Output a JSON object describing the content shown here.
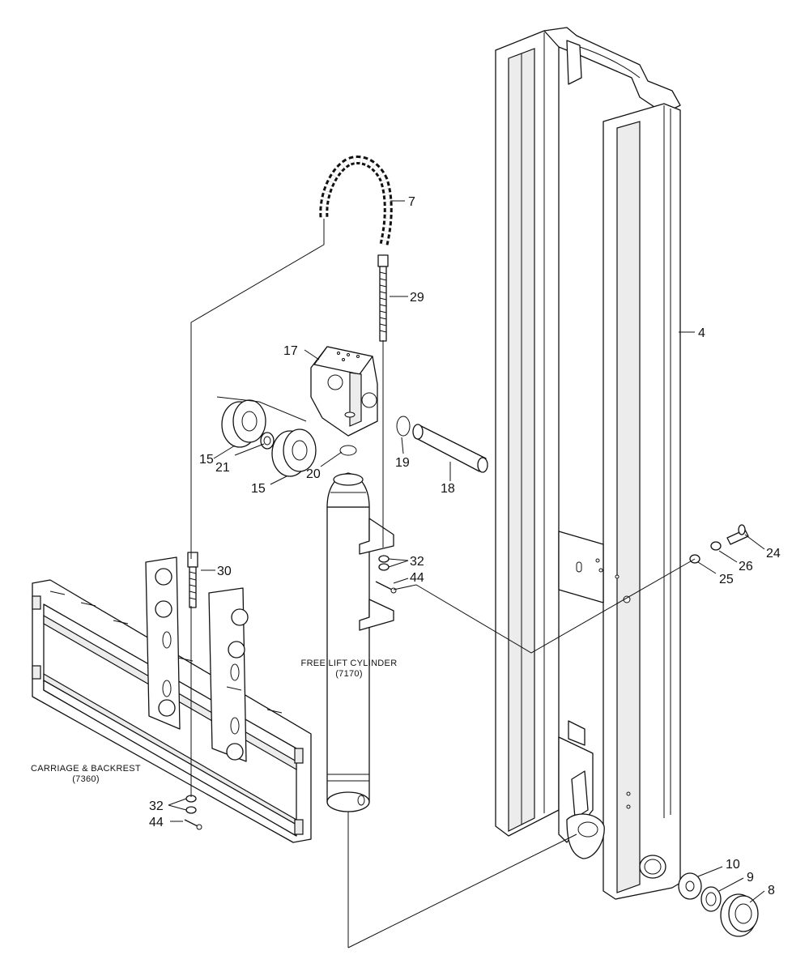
{
  "callouts": {
    "c4": "4",
    "c7": "7",
    "c29": "29",
    "c17": "17",
    "c15a": "15",
    "c15b": "15",
    "c21": "21",
    "c20": "20",
    "c19": "19",
    "c18": "18",
    "c30": "30",
    "c32a": "32",
    "c44a": "44",
    "c32b": "32",
    "c44b": "44",
    "c24": "24",
    "c26": "26",
    "c25": "25",
    "c10": "10",
    "c9": "9",
    "c8": "8"
  },
  "labels": {
    "free_lift_name": "FREE LIFT CYLINDER",
    "free_lift_code": "(7170)",
    "carriage_name": "CARRIAGE & BACKREST",
    "carriage_code": "(7360)"
  }
}
